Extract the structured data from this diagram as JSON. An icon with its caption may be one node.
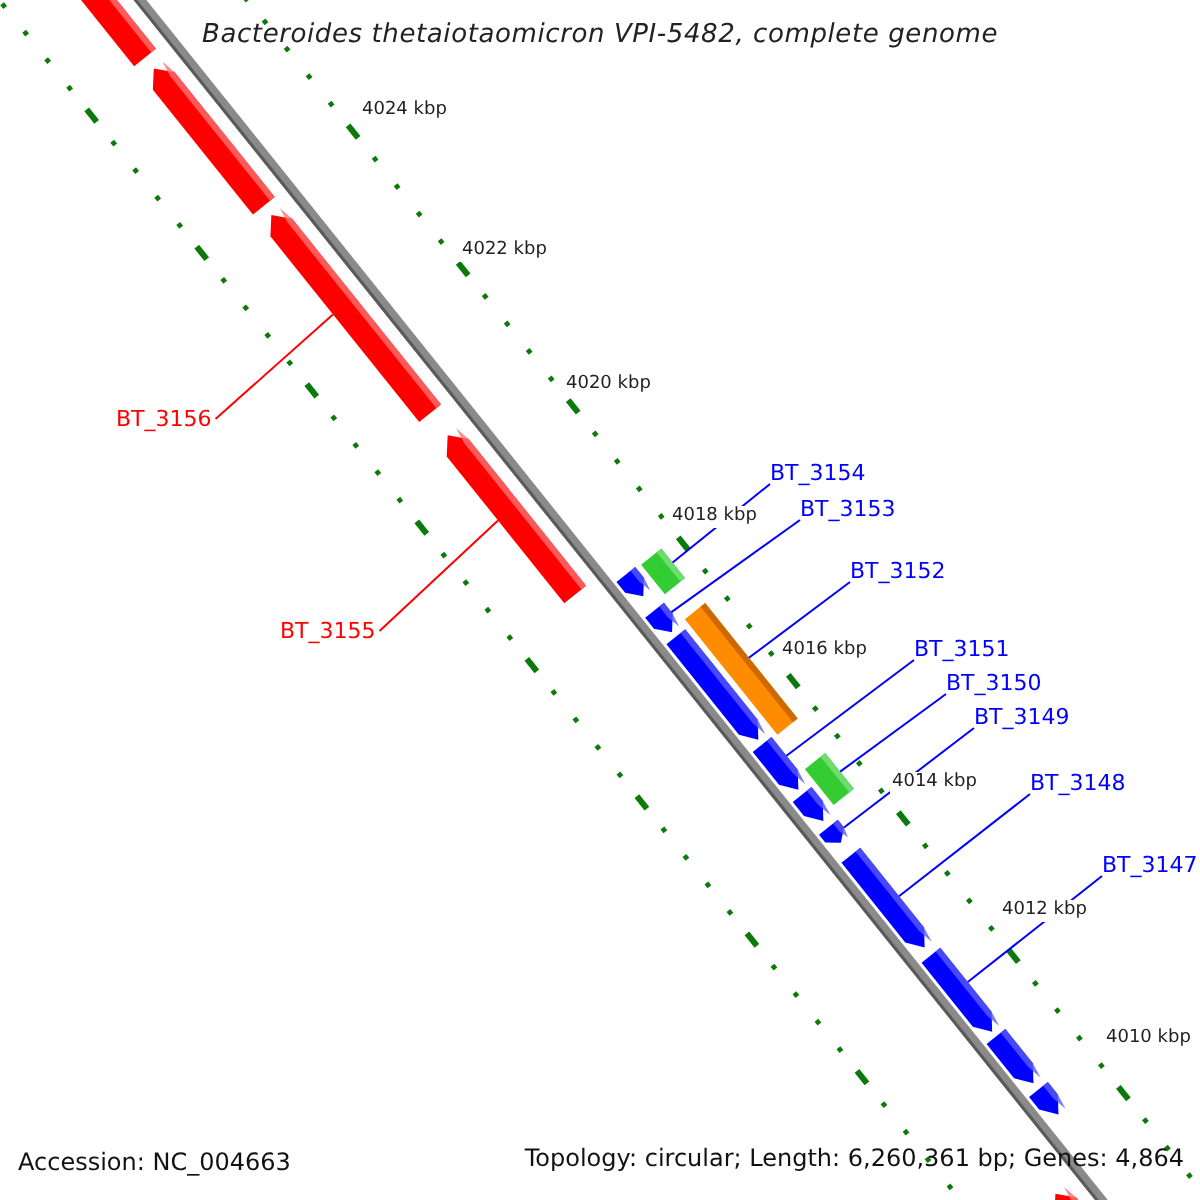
{
  "diagram": {
    "title": "Bacteroides thetaiotaomicron VPI-5482, complete genome",
    "nodes": [
      {
        "text": [
          "BT_3156"
        ]
      },
      {
        "text": [
          "BT_3154"
        ]
      },
      {
        "text": [
          "BT_3153"
        ]
      },
      {
        "text": [
          "BT_3152"
        ]
      },
      {
        "text": [
          "BT_3155"
        ]
      },
      {
        "text": [
          "BT_3151"
        ]
      },
      {
        "text": [
          "BT_3150"
        ]
      },
      {
        "text": [
          "BT_3149"
        ]
      },
      {
        "text": [
          "BT_3148"
        ]
      },
      {
        "text": [
          "BT_3147"
        ]
      },
      {
        "text": [],
        "shape": "arrow"
      },
      {
        "text": [],
        "shape": "arrow"
      },
      {
        "text": [],
        "shape": "arrow"
      },
      {
        "text": [],
        "shape": "arrow"
      },
      {
        "text": [],
        "shape": "box"
      },
      {
        "text": [],
        "shape": "arrow"
      },
      {
        "text": [],
        "shape": "arrow"
      },
      {
        "text": [],
        "shape": "box"
      },
      {
        "text": [],
        "shape": "arrow"
      },
      {
        "text": [],
        "shape": "arrow"
      },
      {
        "text": [],
        "shape": "box"
      },
      {
        "text": [],
        "shape": "arrow"
      },
      {
        "text": [],
        "shape": "arrow"
      },
      {
        "text": [],
        "shape": "arrow"
      },
      {
        "text": [],
        "shape": "arrow"
      },
      {
        "text": [],
        "shape": "arrow"
      },
      {
        "text": [],
        "shape": "arrow"
      },
      {
        "text": [],
        "shape": "arrow"
      }
    ],
    "edges": [
      {
        "from": 0,
        "to": 12,
        "arrow": "none",
        "color": "#ff0000"
      },
      {
        "from": 4,
        "to": 13,
        "arrow": "none",
        "color": "#ff0000"
      },
      {
        "from": 1,
        "to": 14,
        "arrow": "none"
      },
      {
        "from": 2,
        "to": 16,
        "arrow": "none"
      },
      {
        "from": 3,
        "to": 17,
        "arrow": "none"
      },
      {
        "from": 5,
        "to": 19,
        "arrow": "none"
      },
      {
        "from": 6,
        "to": 20,
        "arrow": "none"
      },
      {
        "from": 7,
        "to": 22,
        "arrow": "none"
      },
      {
        "from": 8,
        "to": 23,
        "arrow": "none"
      },
      {
        "from": 9,
        "to": 24,
        "arrow": "none"
      }
    ],
    "labels": [
      "4024 kbp",
      "4022 kbp",
      "4020 kbp",
      "4018 kbp",
      "4016 kbp",
      "4014 kbp",
      "4012 kbp",
      "4010 kbp",
      "Accession: NC_004663",
      "Topology: circular; Length: 6,260,361 bp; Genes: 4,864"
    ]
  }
}
